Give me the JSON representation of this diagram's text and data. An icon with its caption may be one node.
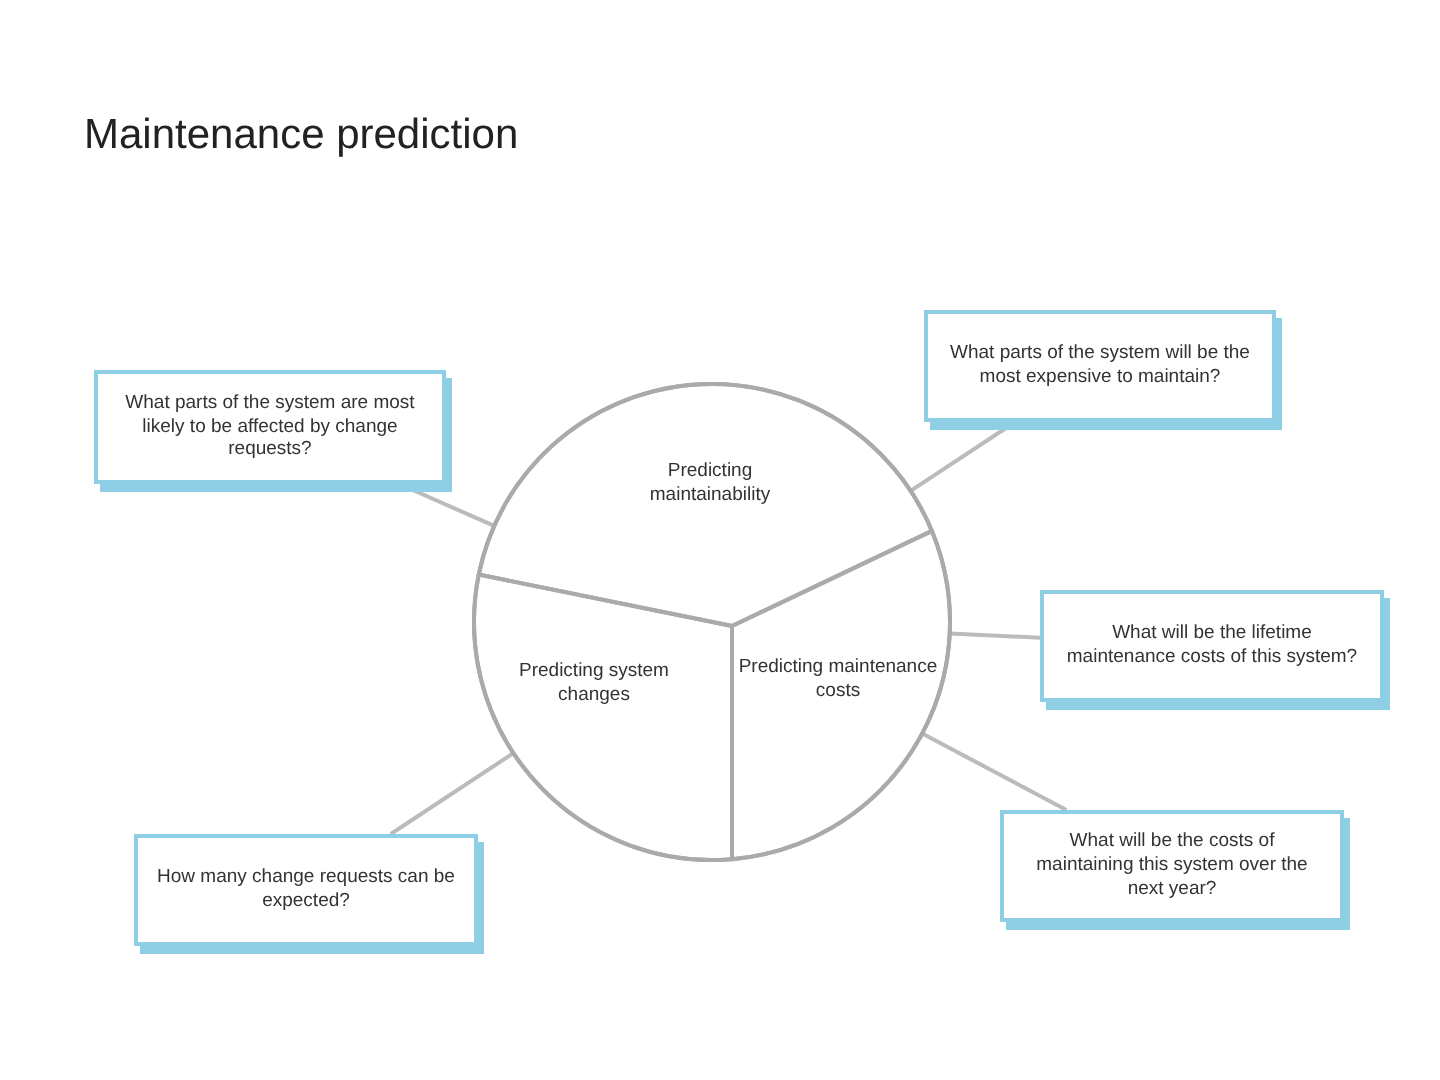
{
  "diagram": {
    "title": "Maintenance prediction",
    "nodes": [
      {
        "text": [],
        "shape": "circle"
      },
      {
        "text": [
          "What parts of the system are most likely to be affected by change requests?"
        ]
      },
      {
        "text": [
          "What parts of the system will be the most expensive to maintain?"
        ]
      },
      {
        "text": [
          "Predicting maintainability"
        ],
        "in": 0
      },
      {
        "text": [
          "What will be the lifetime maintenance costs of this system?"
        ]
      },
      {
        "text": [
          "Predicting system changes"
        ],
        "in": 0
      },
      {
        "text": [
          "Predicting maintenance costs"
        ],
        "in": 0
      },
      {
        "text": [
          "How many change requests can be expected?"
        ]
      },
      {
        "text": [
          "What will be the costs of maintaining this system over the next year?"
        ]
      }
    ],
    "edges": [
      {
        "from": 1,
        "to": 3,
        "arrow": "none"
      },
      {
        "from": 3,
        "to": 2,
        "arrow": "none"
      },
      {
        "from": 6,
        "to": 4,
        "arrow": "none"
      },
      {
        "from": 7,
        "to": 5,
        "arrow": "none"
      },
      {
        "from": 6,
        "to": 8,
        "arrow": "none"
      }
    ]
  }
}
